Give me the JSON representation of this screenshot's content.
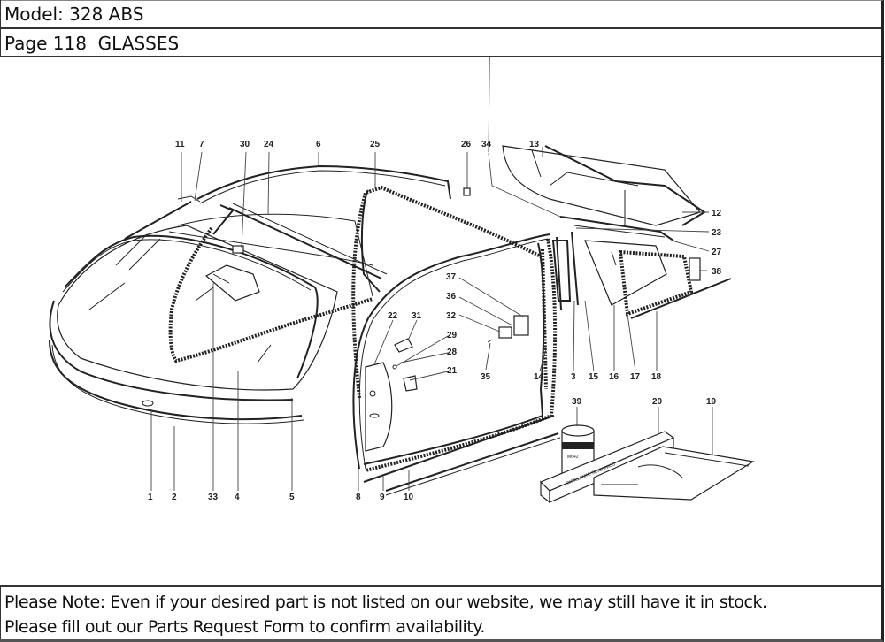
{
  "header": {
    "model": "Model: 328 ABS",
    "page": "Page 118  GLASSES"
  },
  "diagram": {
    "title": "GLASSES exploded parts diagram",
    "callouts": [
      {
        "id": "c1",
        "label": "1"
      },
      {
        "id": "c2",
        "label": "2"
      },
      {
        "id": "c3",
        "label": "3"
      },
      {
        "id": "c4",
        "label": "4"
      },
      {
        "id": "c5",
        "label": "5"
      },
      {
        "id": "c6",
        "label": "6"
      },
      {
        "id": "c7",
        "label": "7"
      },
      {
        "id": "c8",
        "label": "8"
      },
      {
        "id": "c9",
        "label": "9"
      },
      {
        "id": "c10",
        "label": "10"
      },
      {
        "id": "c11",
        "label": "11"
      },
      {
        "id": "c12",
        "label": "12"
      },
      {
        "id": "c13",
        "label": "13"
      },
      {
        "id": "c14",
        "label": "14"
      },
      {
        "id": "c15",
        "label": "15"
      },
      {
        "id": "c16",
        "label": "16"
      },
      {
        "id": "c17",
        "label": "17"
      },
      {
        "id": "c18",
        "label": "18"
      },
      {
        "id": "c19",
        "label": "19"
      },
      {
        "id": "c20",
        "label": "20"
      },
      {
        "id": "c21",
        "label": "21"
      },
      {
        "id": "c22",
        "label": "22"
      },
      {
        "id": "c23",
        "label": "23"
      },
      {
        "id": "c24",
        "label": "24"
      },
      {
        "id": "c25",
        "label": "25"
      },
      {
        "id": "c26",
        "label": "26"
      },
      {
        "id": "c27",
        "label": "27"
      },
      {
        "id": "c28",
        "label": "28"
      },
      {
        "id": "c29",
        "label": "29"
      },
      {
        "id": "c30",
        "label": "30"
      },
      {
        "id": "c31",
        "label": "31"
      },
      {
        "id": "c32",
        "label": "32"
      },
      {
        "id": "c33",
        "label": "33"
      },
      {
        "id": "c34",
        "label": "34"
      },
      {
        "id": "c35",
        "label": "35"
      },
      {
        "id": "c36",
        "label": "36"
      },
      {
        "id": "c37",
        "label": "37"
      },
      {
        "id": "c38",
        "label": "38"
      },
      {
        "id": "c39",
        "label": "39"
      }
    ],
    "product_labels": {
      "sealant_box": "SIGILLANTE SILICONICO",
      "can_label": "M642"
    }
  },
  "footer": {
    "line1": "Please Note: Even if your desired part is not listed on our website, we may still have it in stock.",
    "line2": "Please fill out our Parts Request Form to confirm availability."
  }
}
